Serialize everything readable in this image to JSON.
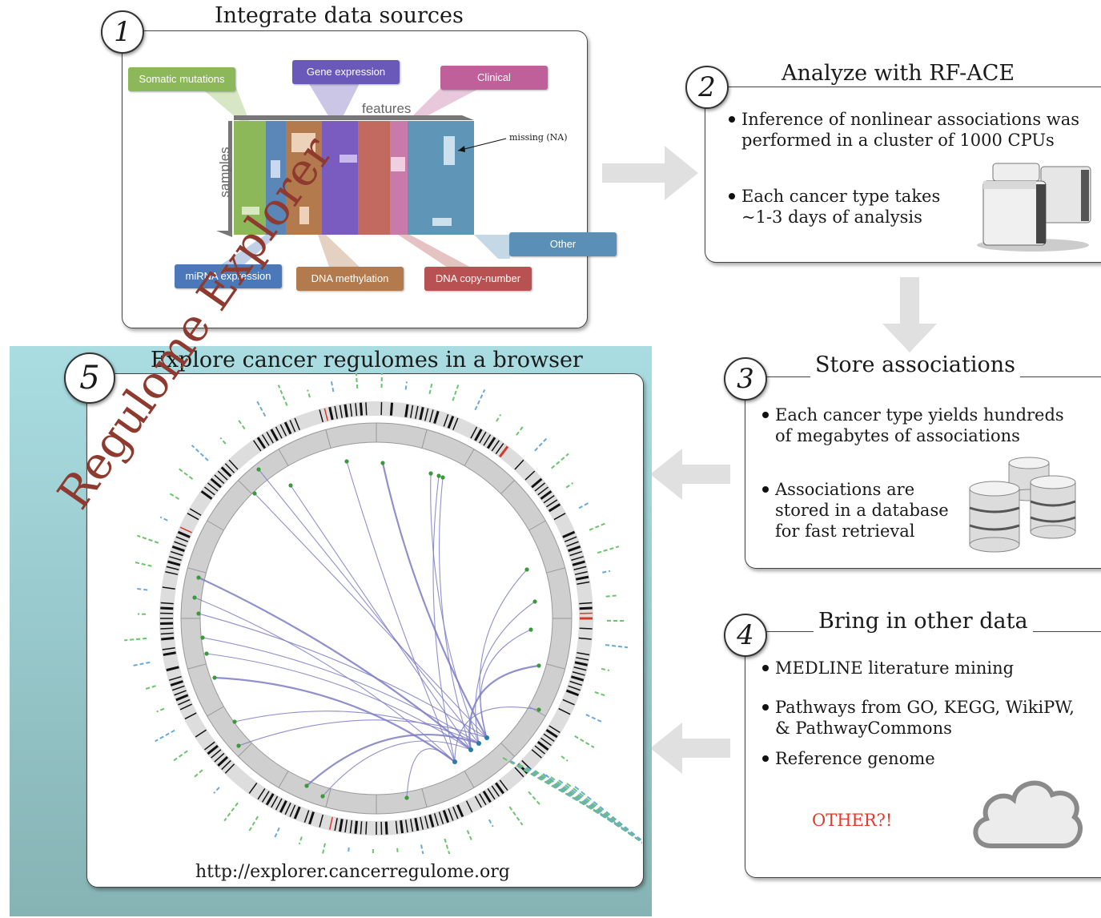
{
  "step1": {
    "number": "1",
    "title": "Integrate data sources",
    "features_label": "features",
    "samples_label": "samples",
    "missing_label": "missing (NA)",
    "tags": {
      "somatic": "Somatic mutations",
      "gene_expression": "Gene expression",
      "clinical": "Clinical",
      "other": "Other",
      "mirna": "miRNA expression",
      "methylation": "DNA methylation",
      "copy_number": "DNA copy-number"
    }
  },
  "step2": {
    "number": "2",
    "title": "Analyze with RF-ACE",
    "bullets": [
      "Inference of nonlinear associations was performed in a cluster of 1000 CPUs",
      "Each cancer type takes ~1-3 days of analysis"
    ],
    "icon": "server-icon"
  },
  "step3": {
    "number": "3",
    "title": "Store associations",
    "bullets": [
      "Each cancer type yields hundreds of megabytes of associations",
      "Associations are stored in a database for fast retrieval"
    ],
    "icon": "database-icon"
  },
  "step4": {
    "number": "4",
    "title": "Bring in other data",
    "bullets": [
      "MEDLINE literature mining",
      "Pathways from GO, KEGG, WikiPW, & PathwayCommons",
      "Reference genome"
    ],
    "other": "OTHER?!",
    "icon": "cloud-icon"
  },
  "step5": {
    "number": "5",
    "title": "Explore cancer regulomes in a browser",
    "logo_text": "Regulome Explorer",
    "url": "http://explorer.cancerregulome.org"
  },
  "colors": {
    "somatic": "#8db85a",
    "gene_expression": "#6a59b8",
    "clinical": "#c0609a",
    "other": "#5a90b8",
    "mirna": "#4a78b8",
    "methylation": "#b27a4d",
    "copy_number": "#b85252",
    "accent_red": "#e03a2a",
    "teal_bg": "#a9d9de",
    "logo_red": "#8e3a2e"
  }
}
